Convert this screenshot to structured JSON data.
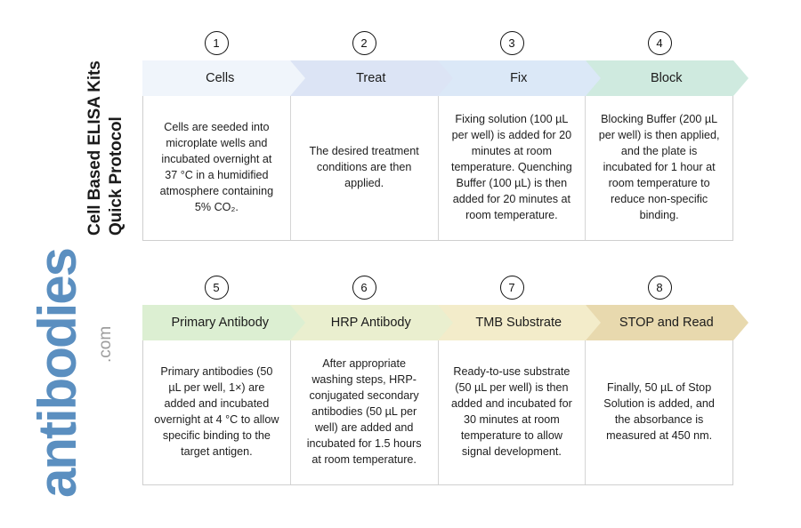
{
  "header": {
    "title_line1": "Cell Based ELISA Kits",
    "title_line2": "Quick Protocol"
  },
  "logo": {
    "word": "antibodies",
    "suffix": ".com",
    "color": "#5b8fc0",
    "suffix_color": "#9d9d9d"
  },
  "rows": [
    {
      "id": "row-1",
      "steps": [
        {
          "number": "1",
          "label": "Cells",
          "fill": "#f0f5fb",
          "border": "#7d9cc4",
          "description": "Cells are seeded into microplate wells and incubated overnight at 37 °C in a humidified atmosphere containing 5% CO₂."
        },
        {
          "number": "2",
          "label": "Treat",
          "fill": "#dce4f5",
          "border": "#3f6cb4",
          "description": "The desired treatment conditions are then applied."
        },
        {
          "number": "3",
          "label": "Fix",
          "fill": "#dbe8f7",
          "border": "#3c6fa4",
          "description": "Fixing solution (100 µL per well) is added for 20 minutes at room temperature. Quenching Buffer (100 µL) is then added for 20 minutes at room temperature."
        },
        {
          "number": "4",
          "label": "Block",
          "fill": "#cfeadf",
          "border": "#3f6b66",
          "description": "Blocking Buffer (200 µL per well) is then applied, and the plate is incubated for 1 hour at room temperature to reduce non-specific binding."
        }
      ]
    },
    {
      "id": "row-2",
      "steps": [
        {
          "number": "5",
          "label": "Primary Antibody",
          "fill": "#dcefd2",
          "border": "#4b7a35",
          "description": "Primary antibodies (50 µL per well, 1×) are added and incubated overnight at 4 °C to allow specific binding to the target antigen."
        },
        {
          "number": "6",
          "label": "HRP Antibody",
          "fill": "#eaefcf",
          "border": "#8a8a3a",
          "description": "After appropriate washing steps, HRP-conjugated secondary antibodies (50 µL per well) are added and incubated for 1.5 hours at room temperature."
        },
        {
          "number": "7",
          "label": "TMB Substrate",
          "fill": "#f3ecca",
          "border": "#9a8336",
          "description": "Ready-to-use substrate (50 µL per well) is then added and incubated for 30 minutes at room temperature to allow signal development."
        },
        {
          "number": "8",
          "label": "STOP and Read",
          "fill": "#e8d9ae",
          "border": "#8c7230",
          "description": "Finally, 50 µL of Stop Solution is added, and the absorbance is measured at 450 nm."
        }
      ]
    }
  ]
}
